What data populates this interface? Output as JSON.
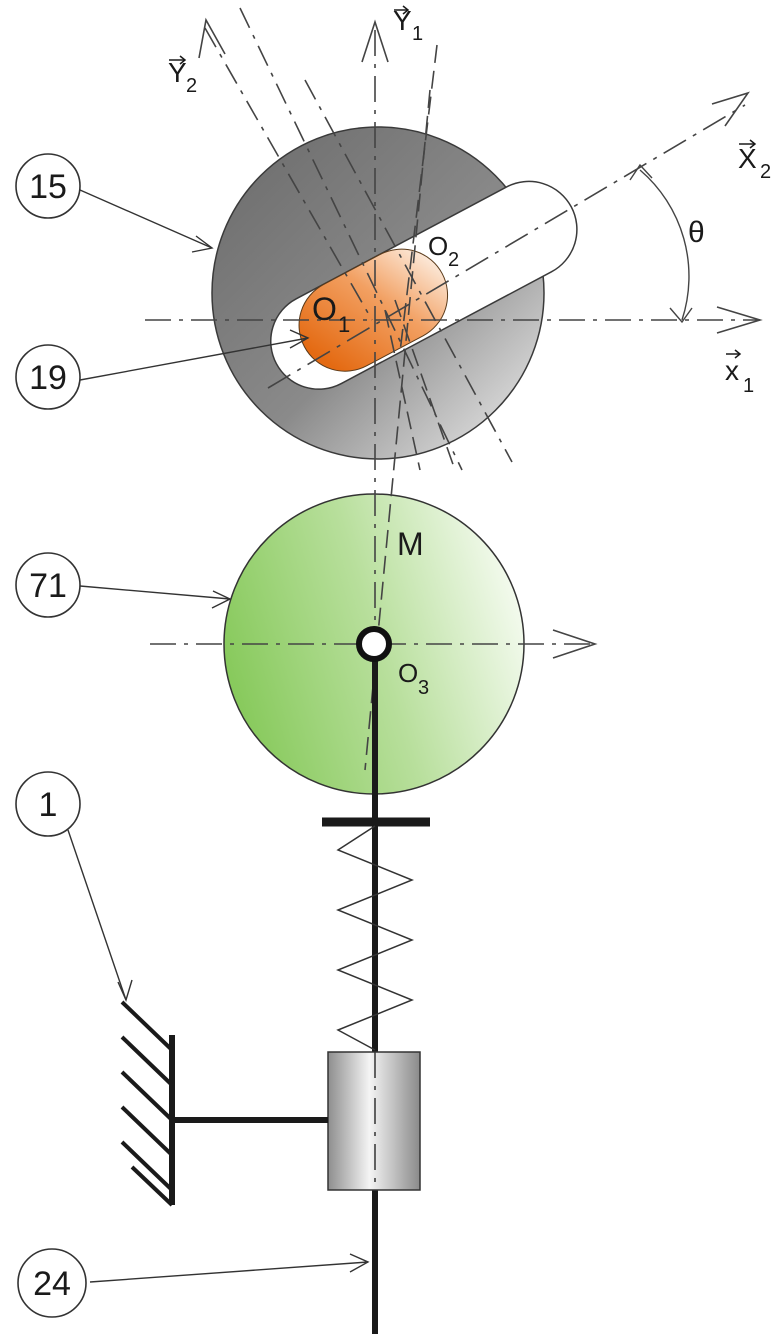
{
  "callouts": [
    {
      "id": "cam",
      "text": "15"
    },
    {
      "id": "pin",
      "text": "19"
    },
    {
      "id": "roller",
      "text": "71"
    },
    {
      "id": "frame",
      "text": "1"
    },
    {
      "id": "rod",
      "text": "24"
    }
  ],
  "labels": {
    "x1": "x",
    "x1_sub": "1",
    "y1": "Y",
    "y1_sub": "1",
    "x2": "X",
    "x2_sub": "2",
    "y2": "Y",
    "y2_sub": "2",
    "o1": "O",
    "o1_sub": "1",
    "o2": "O",
    "o2_sub": "2",
    "o3": "O",
    "o3_sub": "3",
    "m": "M",
    "theta": "θ"
  },
  "colors": {
    "cam_dark": "#6f6f6f",
    "cam_light": "#efefef",
    "pin_dark": "#e8701c",
    "pin_light": "#fbe6d4",
    "roller_dark": "#8bcc5e",
    "roller_light": "#f3faee",
    "ink": "#1a1a1a"
  }
}
